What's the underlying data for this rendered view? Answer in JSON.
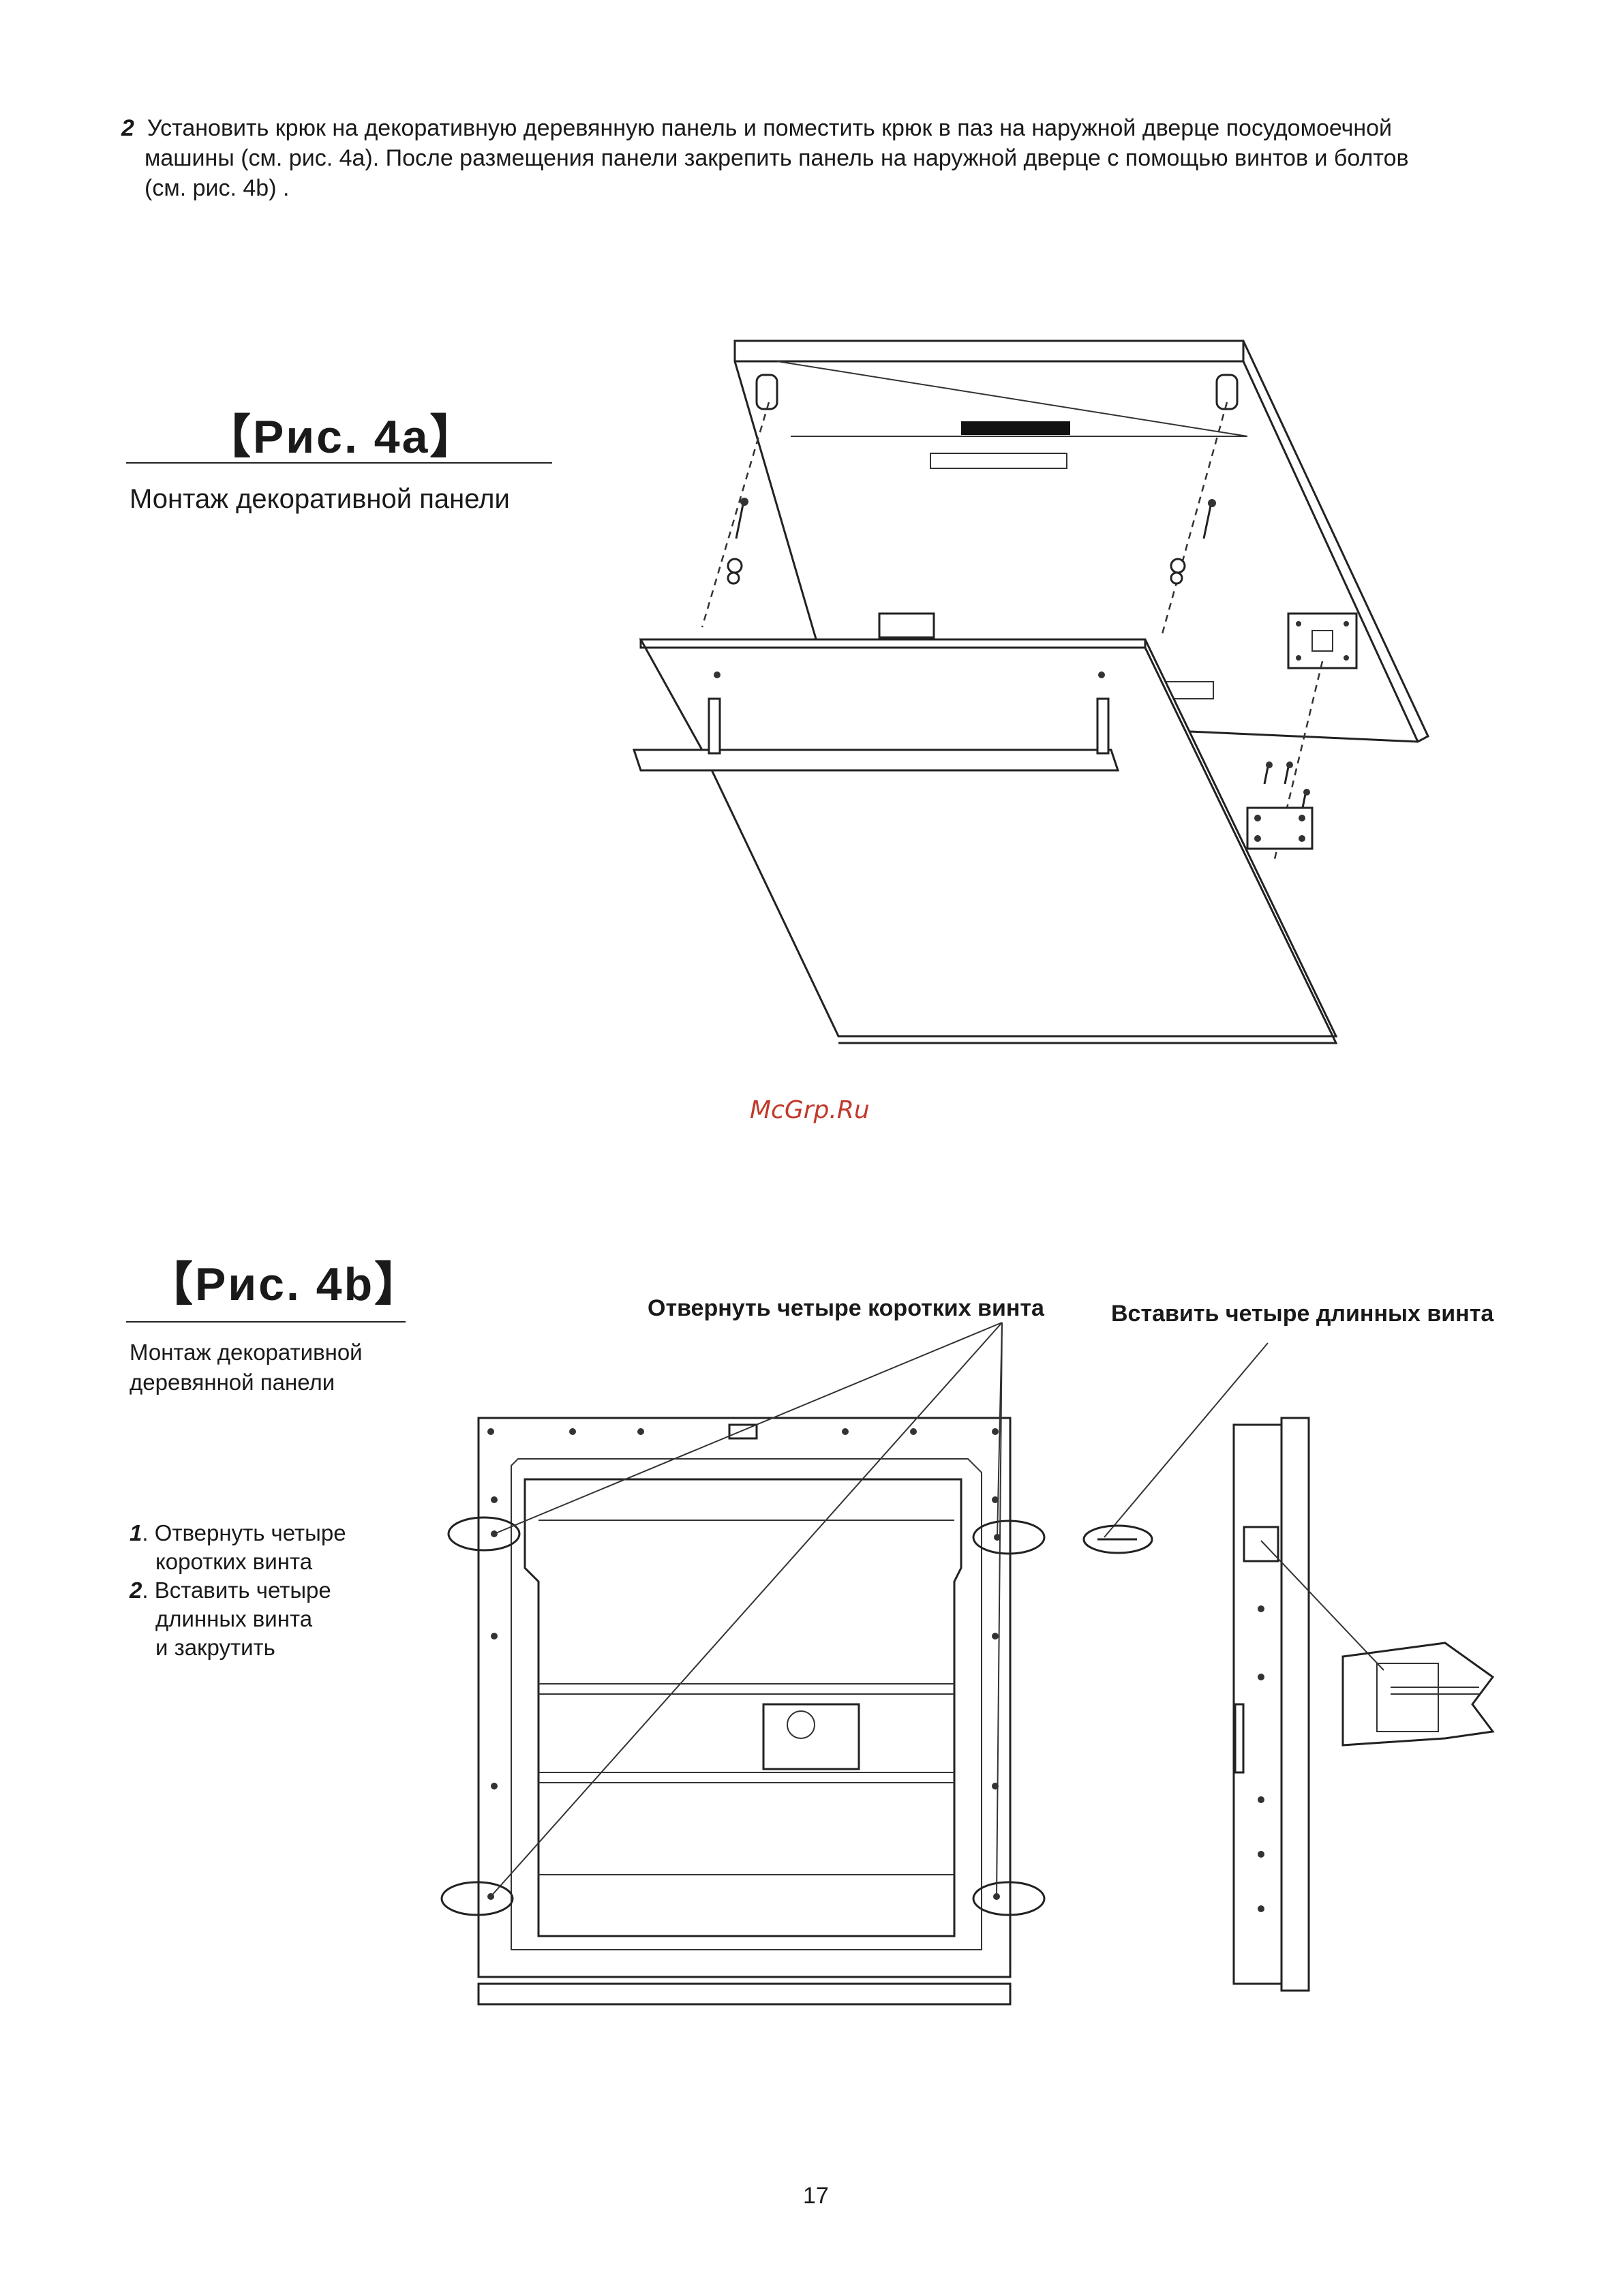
{
  "intro": {
    "step_number": "2",
    "lines": [
      "Установить крюк на декоративную деревянную панель и поместить крюк в паз на наружной дверце посудомоечной",
      "машины (см. рис. 4а). После размещения панели закрепить панель на наружной дверце с помощью винтов и болтов",
      "(см. рис. 4b) ."
    ]
  },
  "figure_a": {
    "title": "【Рис. 4а】",
    "subtitle": "Монтаж декоративной панели"
  },
  "watermark": "McGrp.Ru",
  "figure_b": {
    "title": "【Рис. 4b】",
    "subtitle_lines": [
      "Монтаж декоративной",
      "деревянной панели"
    ],
    "callout_remove": "Отвернуть четыре коротких винта",
    "callout_insert": "Вставить четыре длинных винта",
    "steps": [
      {
        "num": "1",
        "lines": [
          "Отвернуть четыре",
          "коротких винта"
        ]
      },
      {
        "num": "2",
        "lines": [
          "Вставить четыре",
          "длинных винта",
          "и закрутить"
        ]
      }
    ]
  },
  "page_number": "17"
}
